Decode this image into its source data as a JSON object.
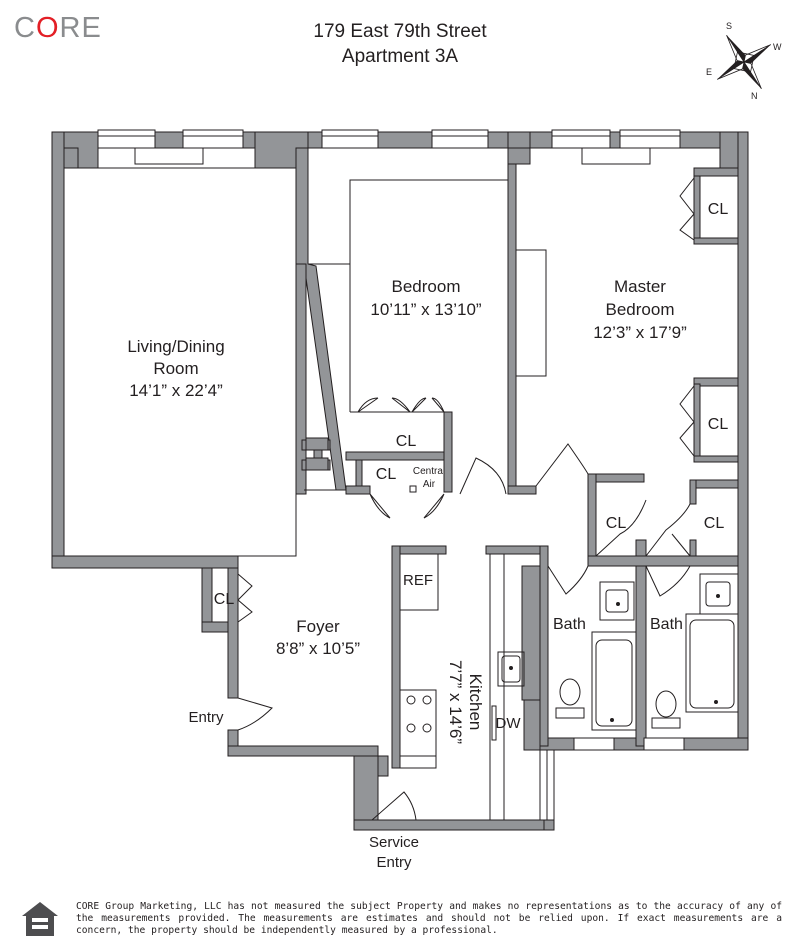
{
  "brand": {
    "logo_left": "C",
    "logo_o": "O",
    "logo_right": "RE",
    "accent": "#e31f26",
    "gray": "#8a8c8e"
  },
  "header": {
    "address": "179 East 79th Street",
    "unit": "Apartment 3A"
  },
  "compass": {
    "s": "S",
    "w": "W",
    "e": "E",
    "n": "N"
  },
  "rooms": {
    "living": {
      "name1": "Living/Dining",
      "name2": "Room",
      "dims": "14’1” x 22’4”"
    },
    "bedroom": {
      "name": "Bedroom",
      "dims": "10’11” x 13’10”"
    },
    "master": {
      "name1": "Master",
      "name2": "Bedroom",
      "dims": "12’3” x 17’9”"
    },
    "foyer": {
      "name": "Foyer",
      "dims": "8’8” x 10’5”"
    },
    "kitchen": {
      "name": "Kitchen",
      "dims": "7’7” x 14’6”"
    },
    "bath_left": "Bath",
    "bath_right": "Bath"
  },
  "labels": {
    "closet": "CL",
    "ref": "REF",
    "dw": "DW",
    "central1": "Central",
    "central2": "Air",
    "entry": "Entry",
    "service1": "Service",
    "service2": "Entry"
  },
  "colors": {
    "wall": "#939598",
    "line": "#231f20"
  },
  "footer": {
    "disclaimer": "CORE Group Marketing, LLC has not measured the subject Property and makes no representations as to the accuracy of any of the measurements provided. The measurements are estimates and should not be relied upon. If exact measurements are a concern, the property should be independently measured by a professional."
  }
}
